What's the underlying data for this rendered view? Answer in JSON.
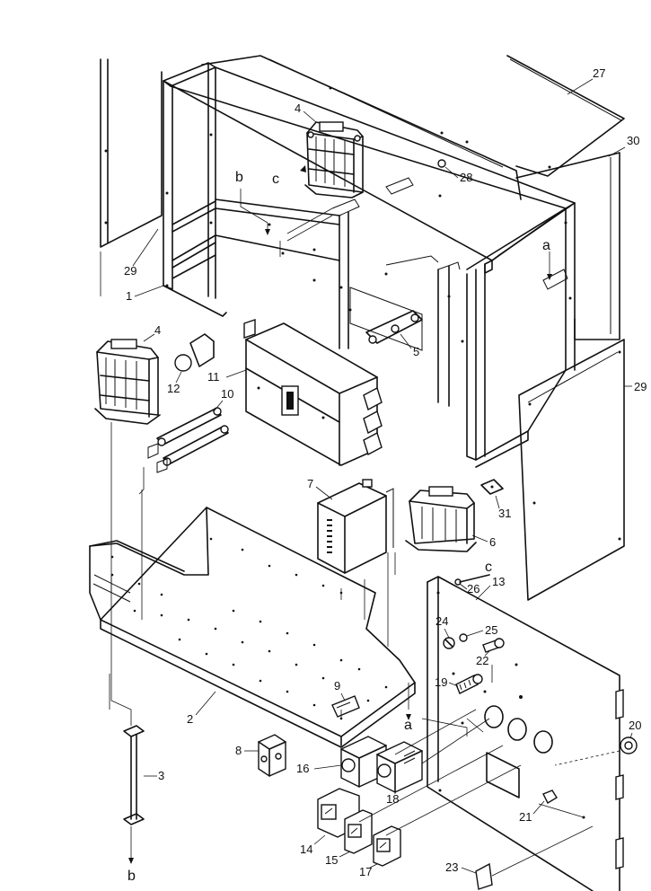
{
  "labels": {
    "p1": "1",
    "p2": "2",
    "p3": "3",
    "p4a": "4",
    "p4b": "4",
    "p5": "5",
    "p6": "6",
    "p7": "7",
    "p8": "8",
    "p9": "9",
    "p10": "10",
    "p11": "11",
    "p12": "12",
    "p13": "13",
    "p14": "14",
    "p15": "15",
    "p16": "16",
    "p17": "17",
    "p18": "18",
    "p19": "19",
    "p20": "20",
    "p21": "21",
    "p22": "22",
    "p23": "23",
    "p24": "24",
    "p25": "25",
    "p26": "26",
    "p27": "27",
    "p28": "28",
    "p29a": "29",
    "p29b": "29",
    "p30": "30",
    "p31": "31",
    "ref_a1": "a",
    "ref_a2": "a",
    "ref_b1": "b",
    "ref_b2": "b",
    "ref_c1": "c",
    "ref_c2": "c"
  }
}
